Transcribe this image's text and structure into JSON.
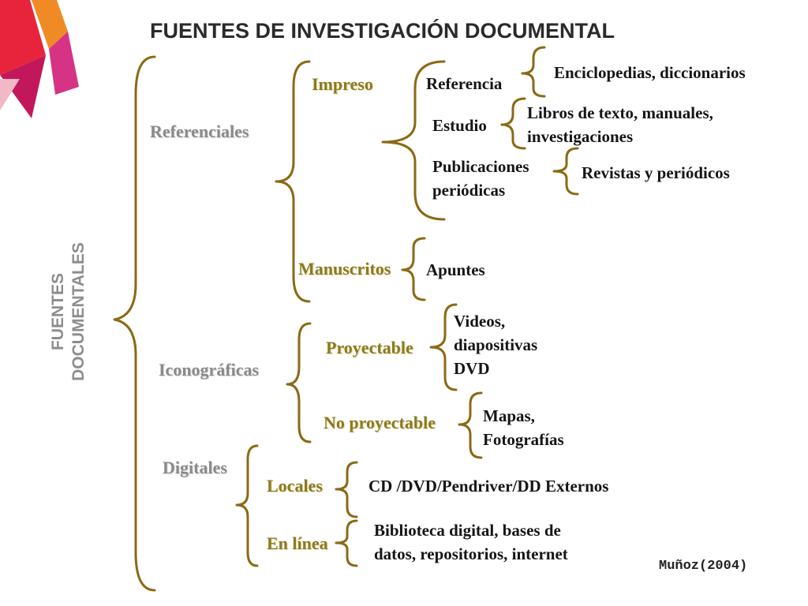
{
  "title": "FUENTES DE INVESTIGACIÓN DOCUMENTAL",
  "root": [
    "FUENTES",
    "DOCUMENTALES"
  ],
  "referenciales": {
    "label": "Referenciales",
    "impreso": {
      "label": "Impreso",
      "referencia": {
        "label": "Referencia",
        "detail": "Enciclopedias, diccionarios"
      },
      "estudio": {
        "label": "Estudio",
        "detail": [
          "Libros de texto, manuales,",
          "investigaciones"
        ]
      },
      "publicaciones": {
        "label": [
          "Publicaciones",
          "periódicas"
        ],
        "detail": "Revistas y periódicos"
      }
    },
    "manuscritos": {
      "label": "Manuscritos",
      "detail": "Apuntes"
    }
  },
  "iconograficas": {
    "label": "Iconográficas",
    "proyectable": {
      "label": "Proyectable",
      "detail": [
        "Videos,",
        "diapositivas",
        "DVD"
      ]
    },
    "no_proyectable": {
      "label": "No proyectable",
      "detail": [
        "Mapas,",
        "Fotografías"
      ]
    }
  },
  "digitales": {
    "label": "Digitales",
    "locales": {
      "label": "Locales",
      "detail": "CD /DVD/Pendriver/DD Externos"
    },
    "en_linea": {
      "label": "En línea",
      "detail": [
        "Biblioteca digital, bases de",
        "datos, repositorios, internet"
      ]
    }
  },
  "citation": "Muñoz(2004)",
  "colors": {
    "brace": "#8b6914",
    "level2": "#8c7a1e",
    "level1": "#8a8a8a",
    "accent_red": "#e8243c",
    "accent_pink": "#d63384"
  }
}
